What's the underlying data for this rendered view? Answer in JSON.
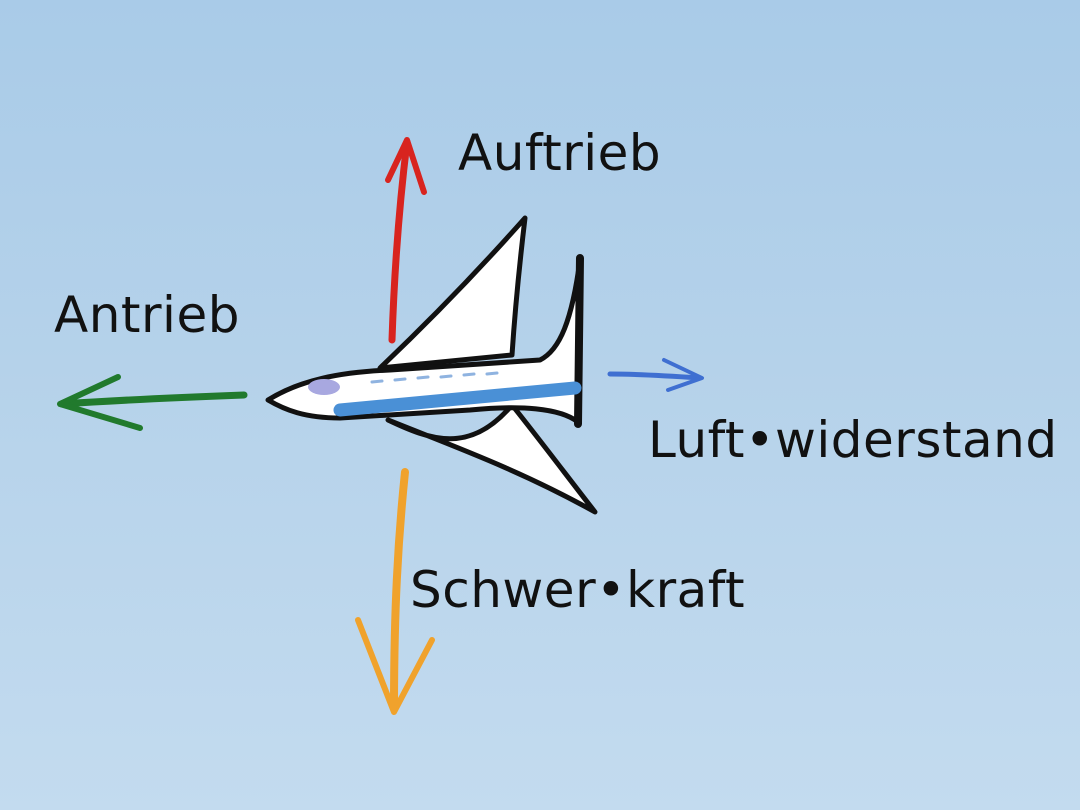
{
  "labels": {
    "lift": "Auftrieb",
    "thrust": "Antrieb",
    "drag": "Luft•widerstand",
    "gravity": "Schwer•kraft"
  },
  "colors": {
    "lift_arrow": "#d8241f",
    "thrust_arrow": "#217a2d",
    "drag_arrow": "#3f6fd1",
    "gravity_arrow": "#f0a22c",
    "fuselage_stripe": "#4a90d6",
    "background": "#b5d2ea"
  }
}
